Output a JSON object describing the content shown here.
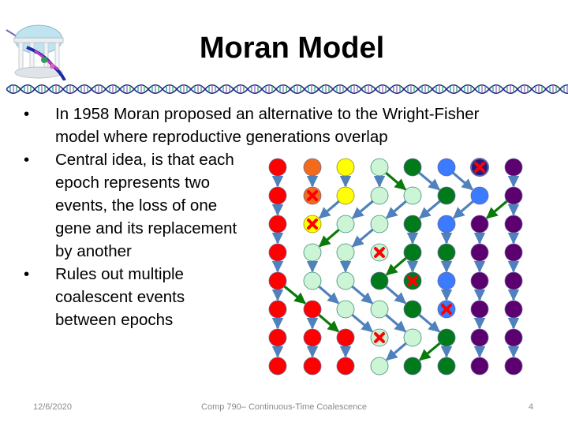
{
  "slide": {
    "title": "Moran Model",
    "bullets": [
      {
        "text": "In 1958 Moran proposed an alternative to the Wright-Fisher model where reproductive generations overlap",
        "lines": [
          "In 1958 Moran proposed an alternative to the Wright-Fisher",
          "model where reproductive generations overlap"
        ]
      },
      {
        "text": "Central idea, is that each epoch represents two events, the loss of one gene and its replacement by another",
        "lines": [
          "Central idea, is that each",
          "epoch represents two",
          "events, the loss of one",
          "gene and its replacement",
          "by another"
        ]
      },
      {
        "text": "Rules out multiple coalescent events between epochs",
        "lines": [
          "Rules out multiple",
          "coalescent events",
          "between epochs"
        ]
      }
    ],
    "bullet_glyph": "•"
  },
  "footer": {
    "date": "12/6/2020",
    "center": "Comp 790– Continuous-Time Coalescence",
    "page": "4"
  },
  "logo": {
    "icon": "old-well-dna-logo"
  },
  "divider": {
    "icon": "dna-helix-divider"
  },
  "diagram": {
    "colors": {
      "R": "#ff0000",
      "O": "#f26b1d",
      "Y": "#ffff00",
      "L": "#ccf5d6",
      "G": "#007a1a",
      "B": "#3a7bff",
      "N": "#1c1c8c",
      "P": "#5c0070",
      "arrow_blue": "#4f81bd",
      "arrow_green": "#0a7a0a",
      "death_x": "#ff0000"
    },
    "columns_x": [
      24,
      68,
      110,
      153,
      195,
      238,
      280,
      323
    ],
    "rows_y": [
      20,
      56,
      92,
      128,
      164,
      200,
      236,
      272
    ],
    "grid": [
      [
        "R",
        "O",
        "Y",
        "L",
        "G",
        "B",
        "N",
        "P"
      ],
      [
        "R",
        "O",
        "Y",
        "L",
        "L",
        "G",
        "B",
        "P"
      ],
      [
        "R",
        "Y",
        "L",
        "L",
        "G",
        "B",
        "P",
        "P"
      ],
      [
        "R",
        "L",
        "L",
        "L",
        "G",
        "G",
        "P",
        "P"
      ],
      [
        "R",
        "L",
        "L",
        "G",
        "G",
        "B",
        "P",
        "P"
      ],
      [
        "R",
        "R",
        "L",
        "L",
        "G",
        "B",
        "P",
        "P"
      ],
      [
        "R",
        "R",
        "R",
        "L",
        "L",
        "G",
        "P",
        "P"
      ],
      [
        "R",
        "R",
        "R",
        "L",
        "G",
        "G",
        "P",
        "P"
      ]
    ],
    "deaths": [
      [
        0,
        6
      ],
      [
        1,
        1
      ],
      [
        2,
        1
      ],
      [
        3,
        3
      ],
      [
        4,
        4
      ],
      [
        5,
        5
      ],
      [
        6,
        3
      ]
    ],
    "transitions": [
      {
        "from_row": 0,
        "parent_col": 3,
        "child_col": 4,
        "links": [
          [
            0,
            0
          ],
          [
            1,
            1
          ],
          [
            2,
            2
          ],
          [
            3,
            3
          ],
          [
            4,
            5
          ],
          [
            5,
            6
          ],
          [
            7,
            7
          ]
        ]
      },
      {
        "from_row": 1,
        "parent_col": 7,
        "child_col": 6,
        "links": [
          [
            0,
            0
          ],
          [
            2,
            1
          ],
          [
            3,
            2
          ],
          [
            4,
            3
          ],
          [
            5,
            4
          ],
          [
            6,
            5
          ],
          [
            7,
            7
          ]
        ]
      },
      {
        "from_row": 2,
        "parent_col": 2,
        "child_col": 1,
        "links": [
          [
            0,
            0
          ],
          [
            3,
            2
          ],
          [
            4,
            4
          ],
          [
            5,
            5
          ],
          [
            6,
            6
          ],
          [
            7,
            7
          ]
        ]
      },
      {
        "from_row": 3,
        "parent_col": 4,
        "child_col": 3,
        "links": [
          [
            0,
            0
          ],
          [
            1,
            1
          ],
          [
            2,
            2
          ],
          [
            4,
            4
          ],
          [
            5,
            5
          ],
          [
            6,
            6
          ],
          [
            7,
            7
          ]
        ]
      },
      {
        "from_row": 4,
        "parent_col": 0,
        "child_col": 1,
        "links": [
          [
            0,
            0
          ],
          [
            1,
            2
          ],
          [
            2,
            3
          ],
          [
            3,
            4
          ],
          [
            5,
            5
          ],
          [
            6,
            6
          ],
          [
            7,
            7
          ]
        ]
      },
      {
        "from_row": 5,
        "parent_col": 1,
        "child_col": 2,
        "links": [
          [
            0,
            0
          ],
          [
            1,
            1
          ],
          [
            2,
            3
          ],
          [
            3,
            4
          ],
          [
            4,
            5
          ],
          [
            6,
            6
          ],
          [
            7,
            7
          ]
        ]
      },
      {
        "from_row": 6,
        "parent_col": 5,
        "child_col": 4,
        "links": [
          [
            0,
            0
          ],
          [
            1,
            1
          ],
          [
            2,
            2
          ],
          [
            4,
            3
          ],
          [
            5,
            5
          ],
          [
            6,
            6
          ],
          [
            7,
            7
          ]
        ]
      }
    ]
  }
}
